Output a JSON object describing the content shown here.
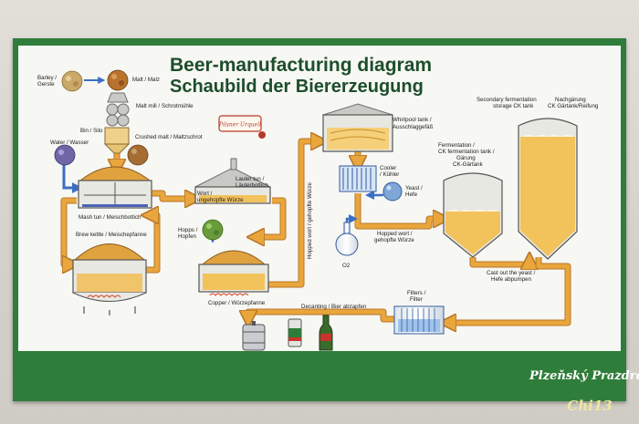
{
  "title": {
    "line1": "Beer-manufacturing diagram",
    "line2": "Schaubild der Biererzeugung"
  },
  "labels": {
    "barley_en": "Barley /",
    "barley_de": "Gerste",
    "malt": "Malt / Malz",
    "malt_mill": "Malt mill / Schrotmühle",
    "bin": "Bin / Silo",
    "water": "Water / Wasser",
    "crushed_malt": "Crushed malt / Maltzschrot",
    "mash_tun": "Mash tun / Meischbottich",
    "brew_kettle": "Brew kettle / Meischepfanne",
    "lauter_en": "Lauter tun /",
    "lauter_de": "Läuterbottich",
    "wort_en": "Wort /",
    "wort_de": "ungehopfte Würze",
    "hopps_en": "Hopps /",
    "hopps_de": "Hopfen",
    "copper": "Copper / Würzepfanne",
    "hopped_wort_vertical": "Hopped wort / gehopfte Würze",
    "whirlpool_en": "Whirlpool tank /",
    "whirlpool_de": "Ausschlaggefäß",
    "cooler_en": "Cooler",
    "cooler_de": "/ Kühler",
    "yeast_en": "Yeast /",
    "yeast_de": "Hefe",
    "o2": "O2",
    "hopped_wort_en": "Hopped wort /",
    "hopped_wort_de": "gehopfte Würze",
    "fermentation_1": "Fermentation /",
    "fermentation_2": "CK fermentation tank /",
    "fermentation_3": "Gärung",
    "fermentation_4": "CK-Gärtank",
    "secondary_1": "Secondary fermentation",
    "secondary_2": "storage CK tank",
    "nachgarung_1": "Nachgärung",
    "nachgarung_2": "CK Gärtank/Reifung",
    "cast_out_en": "Cast out the yeast /",
    "cast_out_de": "Hefe abpumpen",
    "filters_en": "Filters /",
    "filters_de": "Filter",
    "decanting": "Decanting / Bier abzapfen"
  },
  "branding": {
    "badge": "Pilsner Urquell",
    "footer_logo": "Plzeňský Prazdroj",
    "signature": "Chi13"
  },
  "colors": {
    "board_green": "#2f7d3a",
    "title_green": "#1d4e2c",
    "pipe_orange": "#e9a63c",
    "arrow_blue": "#3b6fc4"
  }
}
